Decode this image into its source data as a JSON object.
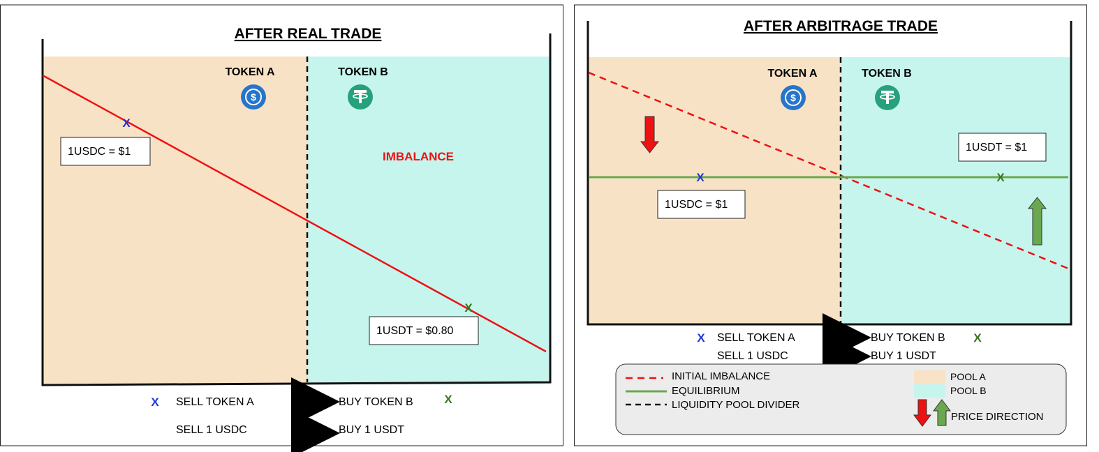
{
  "colors": {
    "pool_a": "#f8e2c6",
    "pool_b": "#c6f5ee",
    "imbalance_line": "#ee1111",
    "equilibrium_line": "#6aa84f",
    "token_a_x": "#1f35d6",
    "token_b_x": "#38761d",
    "usdc_icon": "#2775ca",
    "usdt_icon": "#26a17b",
    "imbalance_text": "#ee1111",
    "arrow_down": "#ee1111",
    "arrow_up": "#6aa84f",
    "legend_bg": "#ececec"
  },
  "left": {
    "title": "AFTER REAL TRADE",
    "token_a_label": "TOKEN A",
    "token_b_label": "TOKEN B",
    "token_a_icon": "usdc-icon",
    "token_b_icon": "usdt-icon",
    "imbalance_label": "IMBALANCE",
    "usdc_price": "1USDC = $1",
    "usdt_price": "1USDT =  $0.80",
    "marker": "X",
    "legend": {
      "sell_token": "SELL TOKEN A",
      "buy_token": "BUY TOKEN B",
      "sell_amount": "SELL 1 USDC",
      "buy_amount": "BUY 1 USDT",
      "x_mark": "X"
    }
  },
  "right": {
    "title": "AFTER ARBITRAGE  TRADE",
    "token_a_label": "TOKEN A",
    "token_b_label": "TOKEN B",
    "token_a_icon": "usdc-icon",
    "token_b_icon": "usdt-icon",
    "usdt_price": "1USDT = $1",
    "usdc_price": "1USDC = $1",
    "marker": "X",
    "legend": {
      "sell_token": "SELL TOKEN A",
      "buy_token": "BUY TOKEN B",
      "sell_amount": "SELL 1 USDC",
      "buy_amount": "BUY 1 USDT",
      "x_mark": "X"
    },
    "key": {
      "initial_imbalance": "INITIAL IMBALANCE",
      "equilibrium": "EQUILIBRIUM",
      "divider": "LIQUIDITY POOL DIVIDER",
      "pool_a": "POOL A",
      "pool_b": "POOL B",
      "price_direction": "PRICE DIRECTION"
    }
  }
}
